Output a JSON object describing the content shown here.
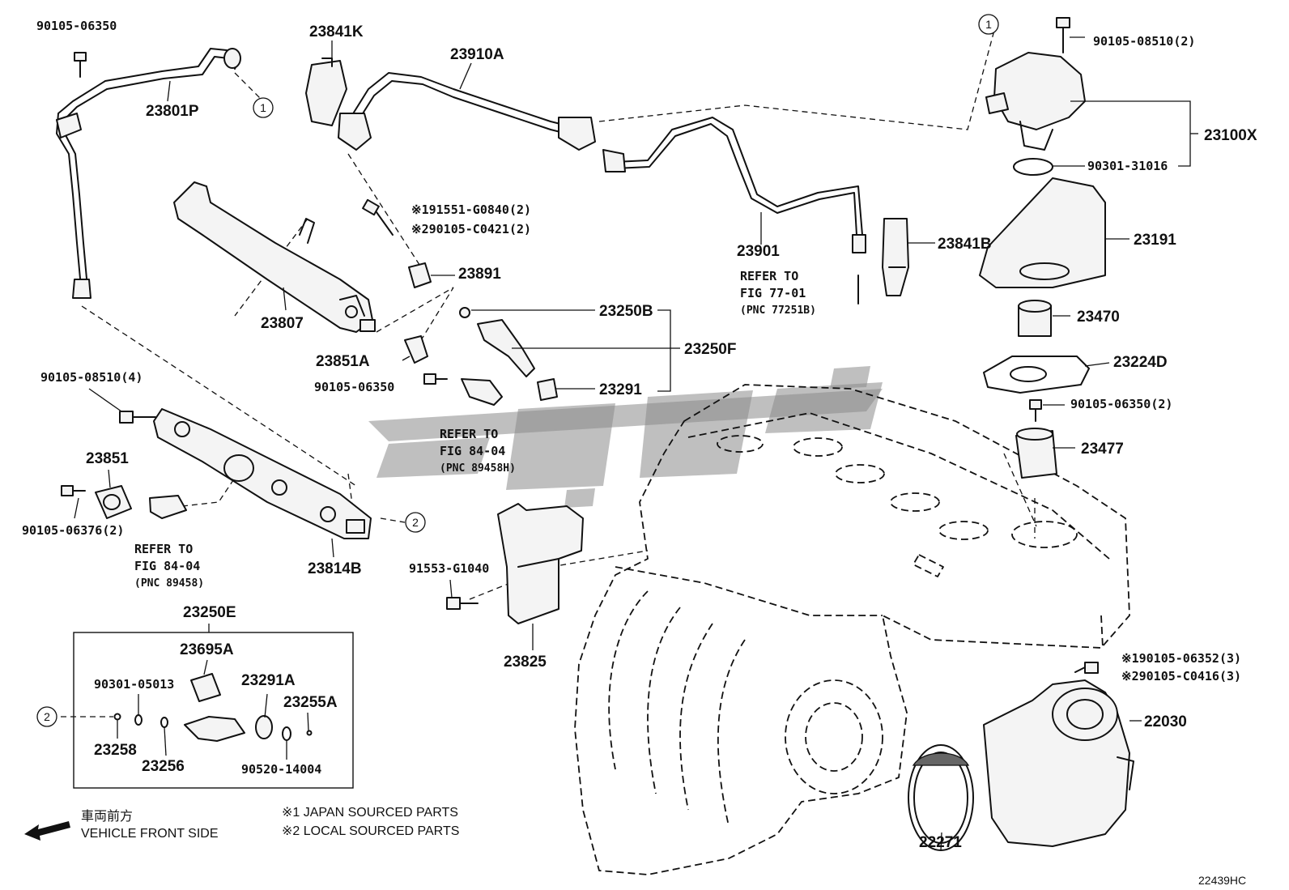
{
  "labels": {
    "l_9010506350_top": "90105-06350",
    "l_23841K": "23841K",
    "l_23910A": "23910A",
    "l_23801P": "23801P",
    "l_9010508510_2": "90105-08510(2)",
    "l_23100X": "23100X",
    "l_9030131016": "90301-31016",
    "l_191551": "※191551-G0840(2)",
    "l_290105_c0421": "※290105-C0421(2)",
    "l_23891": "23891",
    "l_23901": "23901",
    "l_23841B": "23841B",
    "l_23191": "23191",
    "l_23807": "23807",
    "l_23250B": "23250B",
    "l_23250F": "23250F",
    "l_23470": "23470",
    "l_23851A": "23851A",
    "l_9010506350_mid": "90105-06350",
    "l_23291": "23291",
    "l_23224D": "23224D",
    "l_9010508510_4": "90105-08510(4)",
    "l_9010506350_2": "90105-06350(2)",
    "l_23851": "23851",
    "l_23477": "23477",
    "l_9010506376": "90105-06376(2)",
    "l_23814B": "23814B",
    "l_9155_g1040": "91553-G1040",
    "l_23250E": "23250E",
    "l_23695A": "23695A",
    "l_23825": "23825",
    "l_9030105013": "90301-05013",
    "l_23291A": "23291A",
    "l_23255A": "23255A",
    "l_23258": "23258",
    "l_23256": "23256",
    "l_9052014004": "90520-14004",
    "l_190105_06352": "※190105-06352(3)",
    "l_290105_c0416": "※290105-C0416(3)",
    "l_22030": "22030",
    "l_22271": "22271"
  },
  "refs": {
    "fig7701_a": "REFER TO",
    "fig7701_b": "FIG 77-01",
    "fig7701_c": "(PNC 77251B)",
    "fig8404h_a": "REFER TO",
    "fig8404h_b": "FIG 84-04",
    "fig8404h_c": "(PNC 89458H)",
    "fig8404_a": "REFER TO",
    "fig8404_b": "FIG 84-04",
    "fig8404_c": "(PNC 89458)"
  },
  "callouts": [
    "1",
    "1",
    "2",
    "2"
  ],
  "legend": {
    "front_jp": "車両前方",
    "front_en": "VEHICLE FRONT SIDE",
    "note1": "※1 JAPAN SOURCED PARTS",
    "note2": "※2 LOCAL SOURCED PARTS"
  },
  "diagram_code": "22439HC"
}
